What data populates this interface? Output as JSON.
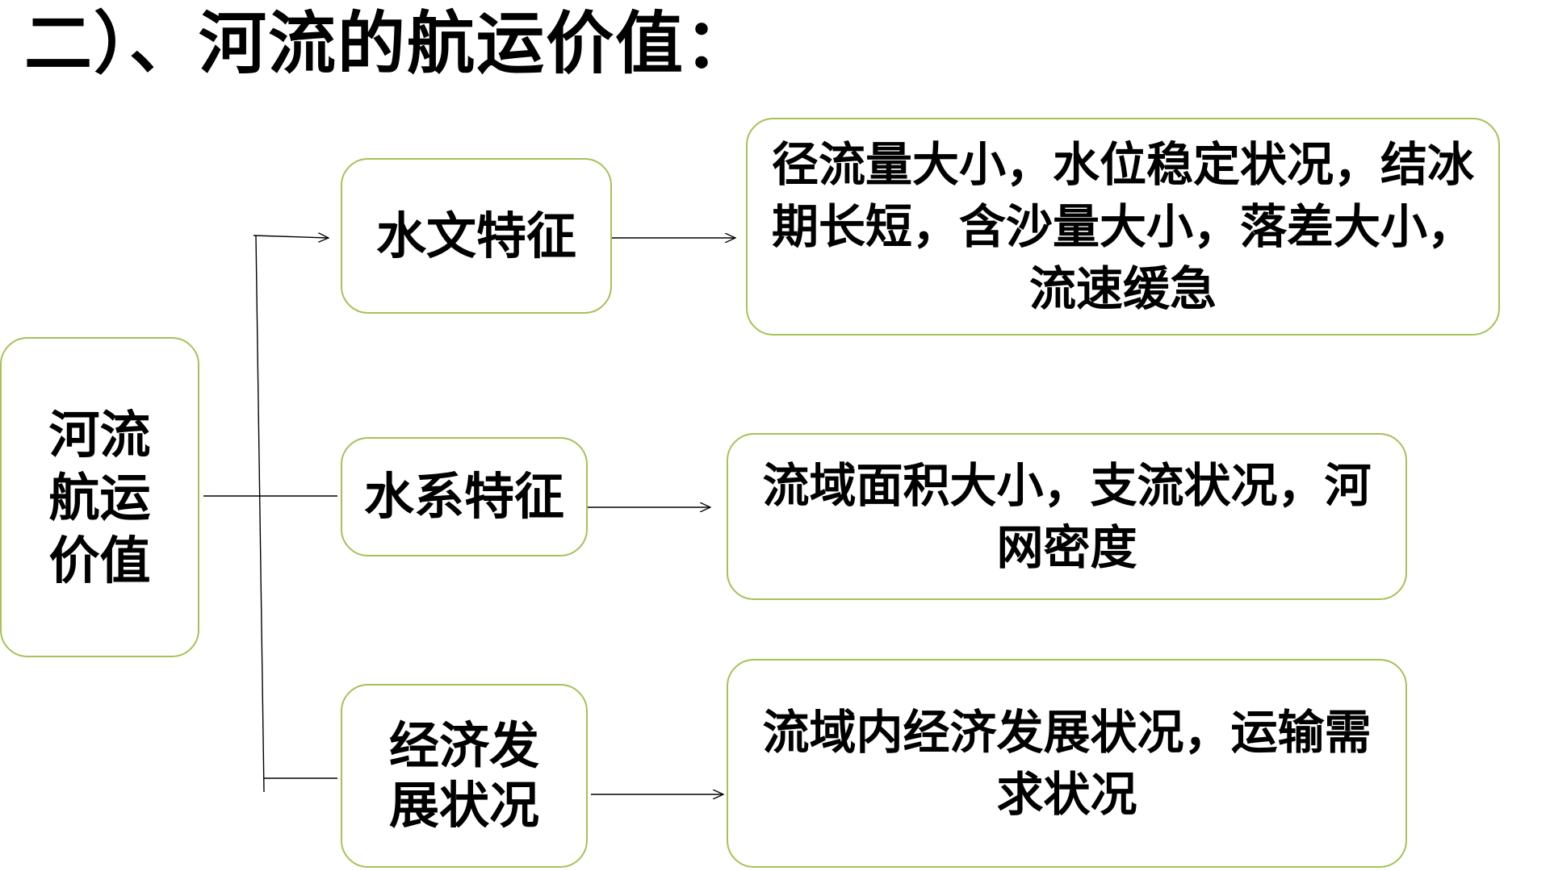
{
  "title": "二）、河流的航运价值：",
  "root": {
    "label": "河流航运价值"
  },
  "branches": [
    {
      "label": "水文特征",
      "detail": "径流量大小，水位稳定状况，结冰期长短，含沙量大小，落差大小，流速缓急"
    },
    {
      "label": "水系特征",
      "detail": "流域面积大小，支流状况，河网密度"
    },
    {
      "label": "经济发展状况",
      "detail": "流域内经济发展状况，运输需求状况"
    }
  ],
  "colors": {
    "box_border": "#a6c257",
    "line": "#000000",
    "text": "#000000"
  }
}
